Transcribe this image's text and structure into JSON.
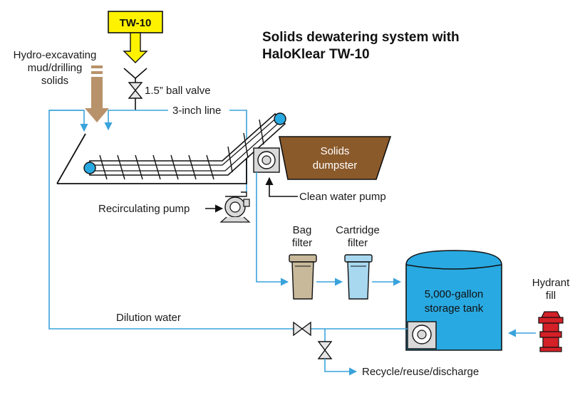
{
  "title": {
    "line1": "Solids dewatering system with",
    "line2": "HaloKlear TW-10"
  },
  "labels": {
    "tw10": "TW-10",
    "solids_line1": "Hydro-excavating",
    "solids_line2": "mud/drilling",
    "solids_line3": "solids",
    "ball_valve": "1.5” ball valve",
    "three_inch_line": "3-inch line",
    "dumpster_line1": "Solids",
    "dumpster_line2": "dumpster",
    "clean_water_pump": "Clean water pump",
    "recirculating_pump": "Recirculating pump",
    "bag_filter_line1": "Bag",
    "bag_filter_line2": "filter",
    "cartridge_filter_line1": "Cartridge",
    "cartridge_filter_line2": "filter",
    "tank_line1": "5,000-gallon",
    "tank_line2": "storage tank",
    "hydrant_line1": "Hydrant",
    "hydrant_line2": "fill",
    "dilution_water": "Dilution water",
    "recycle": "Recycle/reuse/discharge"
  },
  "colors": {
    "water_line": "#3aa3dc",
    "tw10_box": "#fff200",
    "solids_arrow": "#b8926a",
    "dumpster": "#8b5a2b",
    "tank": "#29a9e1",
    "bag_filter": "#c8b99a",
    "cartridge_filter": "#a8d8f0",
    "hydrant": "#d42027",
    "pump": "#d9d9d9"
  },
  "icons": [
    "ball-valve-icon",
    "pump-icon",
    "bag-filter-icon",
    "cartridge-filter-icon",
    "hydrant-icon",
    "storage-tank-icon",
    "dumpster-icon",
    "conveyor-icon"
  ]
}
